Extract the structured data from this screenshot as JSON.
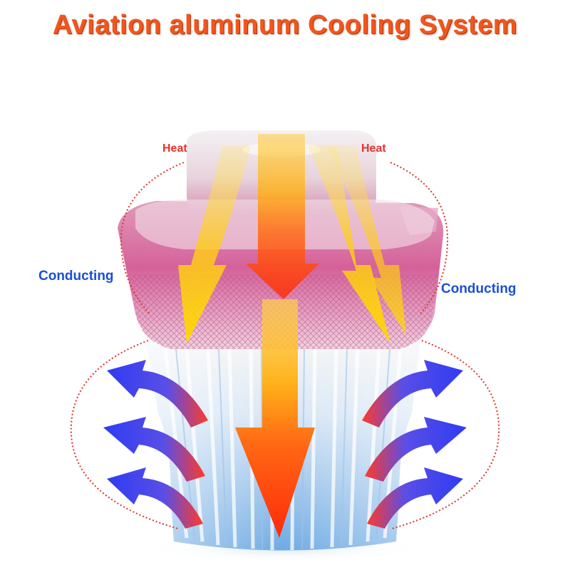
{
  "title": "Aviation aluminum Cooling System",
  "labels": {
    "heat_left": "Heat",
    "heat_right": "Heat",
    "conducting_left": "Conducting",
    "conducting_right": "Conducting"
  },
  "colors": {
    "title": "#f2561c",
    "heat_text": "#e8312b",
    "conducting_text": "#1a4fd6",
    "body_pink": "#d9649a",
    "fins_blue": "#7fb2e6",
    "arrow_yellow": "#ffd21a",
    "arrow_red": "#ff3b14",
    "flow_arrow_blue": "#3340f0",
    "dashed_loop": "#e0322a"
  },
  "icons": {
    "heat_flow": "heat-flow-arrow",
    "air_flow": "air-flow-arrow"
  }
}
